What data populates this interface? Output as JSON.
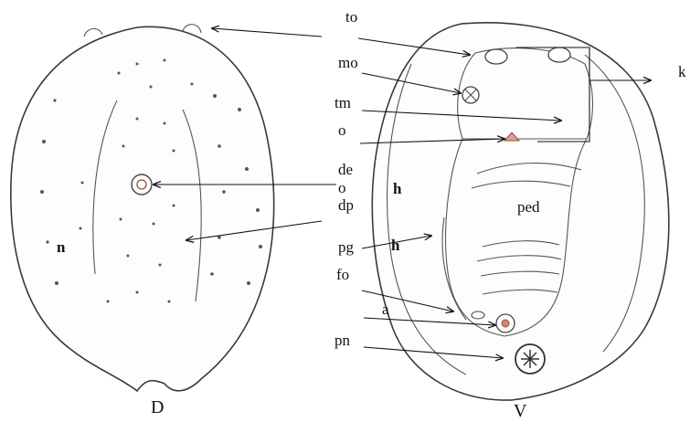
{
  "views": {
    "dorsal": "D",
    "ventral": "V"
  },
  "labels": {
    "to": "to",
    "mo": "mo",
    "tm": "tm",
    "o1": "o",
    "de": "de",
    "o2": "o",
    "dp": "dp",
    "pg": "pg",
    "fo": "fo",
    "a": "a",
    "pn": "pn",
    "k": "k",
    "ped": "ped",
    "n": "n",
    "h_upper": "h",
    "h_lower": "h"
  },
  "colors": {
    "ink": "#111111",
    "outline": "#3a3a3a",
    "brown_mark": "#9b4a3a"
  }
}
